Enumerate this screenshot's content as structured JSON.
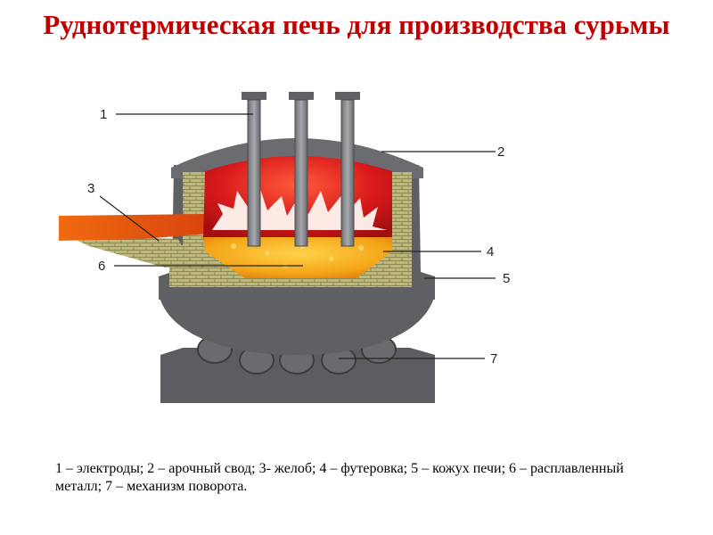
{
  "title": "Руднотермическая печь для производства сурьмы",
  "callouts": [
    {
      "number": "1",
      "part": "электроды"
    },
    {
      "number": "2",
      "part": "арочный свод"
    },
    {
      "number": "3",
      "part": "желоб"
    },
    {
      "number": "4",
      "part": "футеровка"
    },
    {
      "number": "5",
      "part": "кожух печи"
    },
    {
      "number": "6",
      "part": "расплавленный металл"
    },
    {
      "number": "7",
      "part": "механизм поворота"
    }
  ],
  "caption": "1 – электроды;  2 – арочный свод; 3- желоб; 4 – футеровка; 5 – кожух печи; 6 – расплавленный металл; 7 – механизм поворота.",
  "colors": {
    "title": "#c00000",
    "shell": "#5f6063",
    "lining": "#b9b57a",
    "flame": "#d9191b",
    "molten": "#f4a418"
  }
}
